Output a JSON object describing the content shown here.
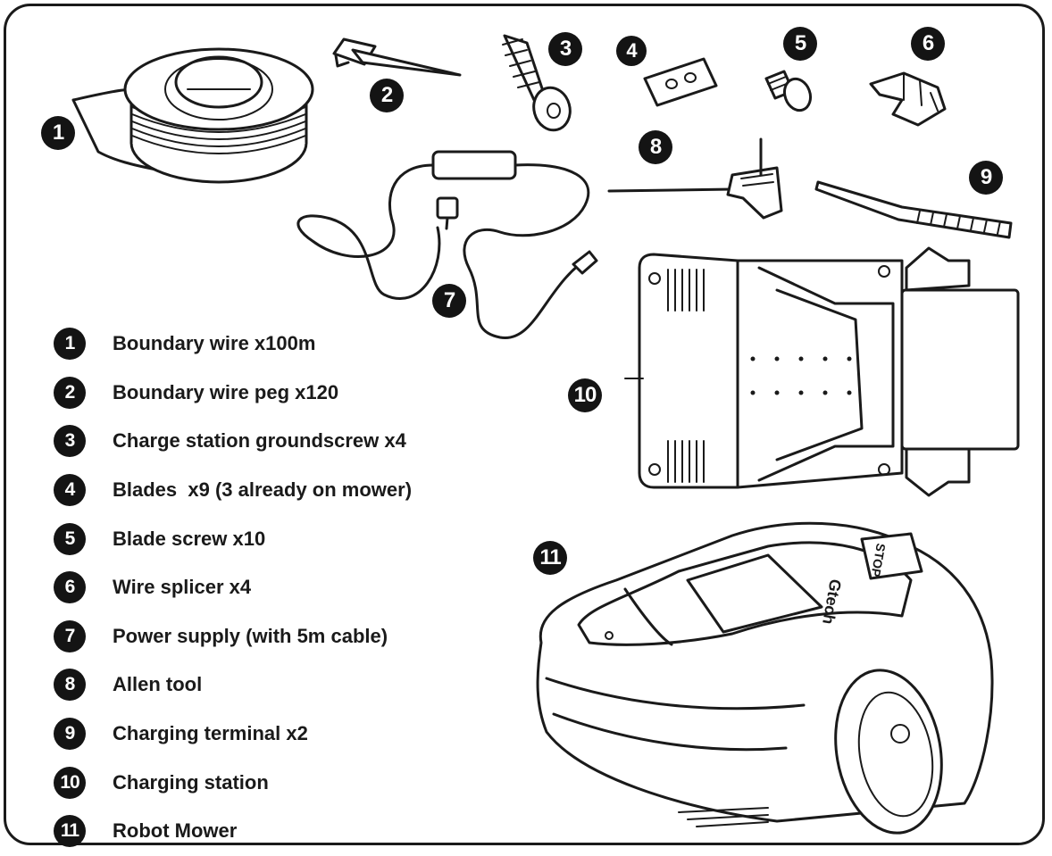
{
  "legend": [
    {
      "num": "1",
      "text": "Boundary wire x100m"
    },
    {
      "num": "2",
      "text": "Boundary wire peg x120"
    },
    {
      "num": "3",
      "text": "Charge station groundscrew x4"
    },
    {
      "num": "4",
      "text": "Blades  x9 (3 already on mower)"
    },
    {
      "num": "5",
      "text": "Blade screw x10"
    },
    {
      "num": "6",
      "text": "Wire splicer x4"
    },
    {
      "num": "7",
      "text": "Power supply (with 5m cable)"
    },
    {
      "num": "8",
      "text": "Allen tool"
    },
    {
      "num": "9",
      "text": "Charging terminal x2"
    },
    {
      "num": "10",
      "text": "Charging station"
    },
    {
      "num": "11",
      "text": "Robot Mower"
    }
  ],
  "callouts": {
    "c1": "1",
    "c2": "2",
    "c3": "3",
    "c4": "4",
    "c5": "5",
    "c6": "6",
    "c7": "7",
    "c8": "8",
    "c9": "9",
    "c10": "10",
    "c11": "11"
  },
  "mower_text": {
    "brand": "Gtech",
    "stop_button": "STOP"
  }
}
